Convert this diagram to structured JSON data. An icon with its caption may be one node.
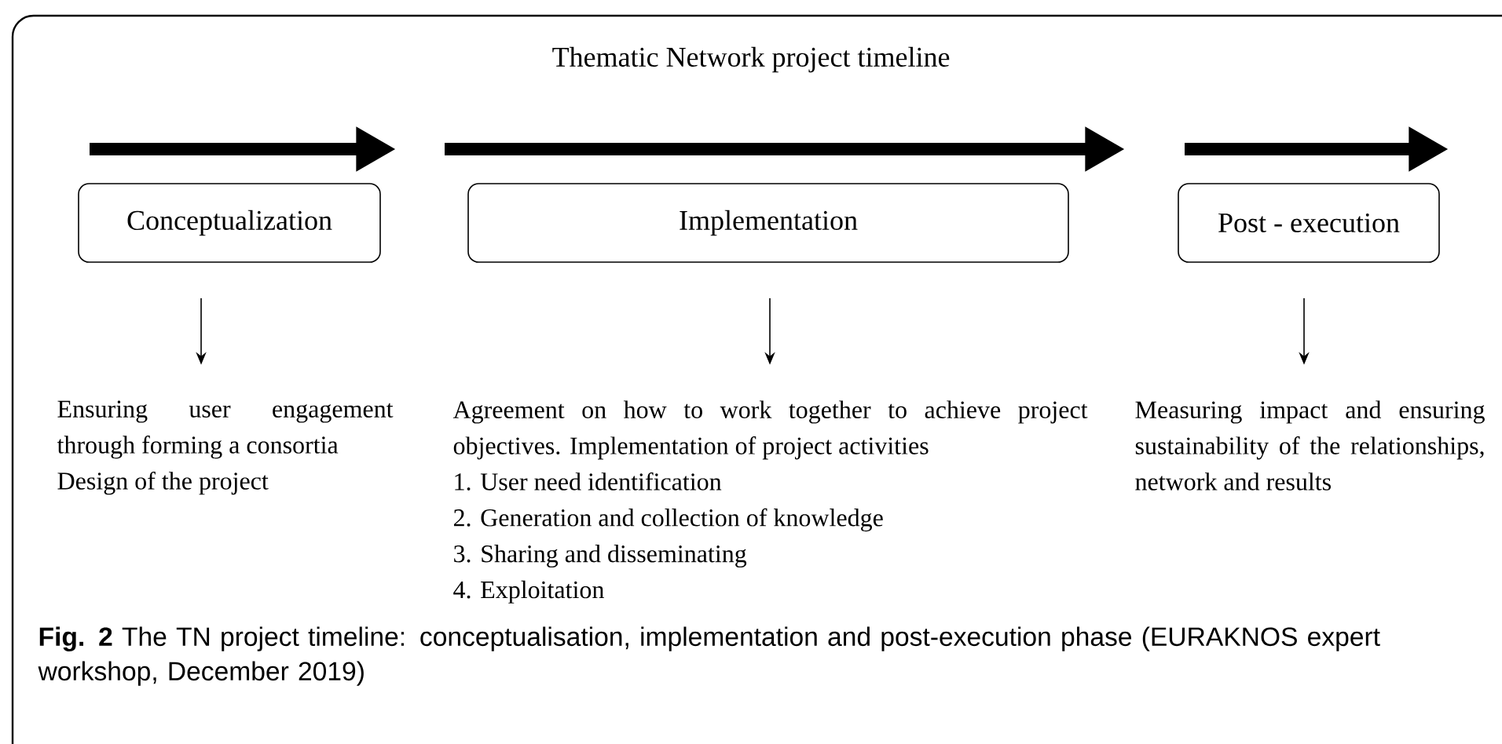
{
  "diagram": {
    "title": "Thematic Network project timeline",
    "caption": "**Fig. 2** The TN project timeline: conceptualisation, implementation and post-execution phase (EURAKNOS expert workshop, December 2019)",
    "nodes": [
      {
        "text": [
          "Conceptualization"
        ]
      },
      {
        "text": [
          "Implementation"
        ]
      },
      {
        "text": [
          "Post - execution"
        ]
      },
      {
        "text": [
          "Ensuring user engagement through forming a consortia",
          "Design of the project"
        ]
      },
      {
        "text": [
          "Agreement on how to work together to achieve project objectives. Implementation of project activities",
          "1. User need identification",
          "2. Generation and collection of knowledge",
          "3. Sharing and disseminating",
          "4. Exploitation"
        ]
      },
      {
        "text": [
          "Measuring impact and ensuring sustainability of the relationships, network and results"
        ]
      }
    ],
    "edges": [
      {
        "from": 0,
        "to": 3,
        "arrow": "to"
      },
      {
        "from": 1,
        "to": 4,
        "arrow": "to"
      },
      {
        "from": 2,
        "to": 5,
        "arrow": "to"
      }
    ]
  }
}
